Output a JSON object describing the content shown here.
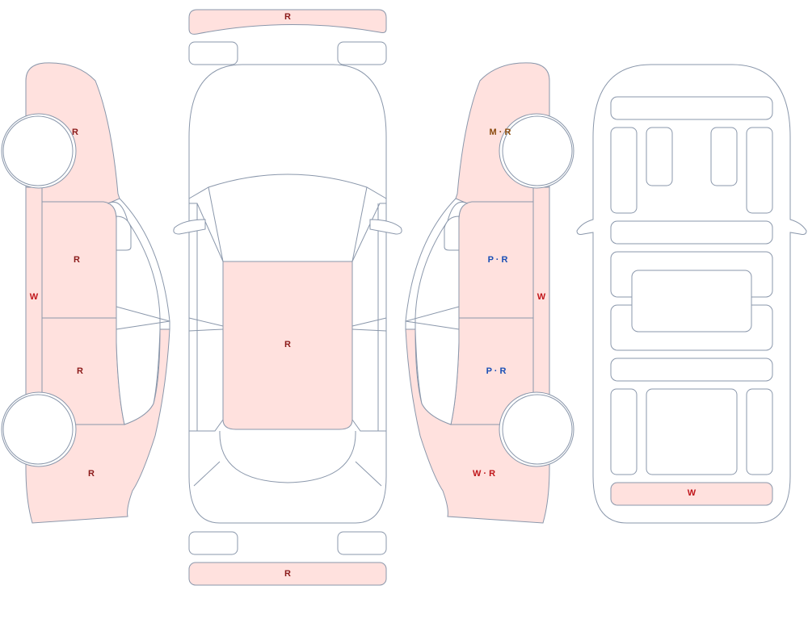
{
  "damage_marks": {
    "front_bumper": {
      "text": "R",
      "color": "#8b1a1a"
    },
    "rear_bumper": {
      "text": "R",
      "color": "#8b1a1a"
    },
    "roof": {
      "text": "R",
      "color": "#8b1a1a"
    },
    "left_front_fender": {
      "text": "R",
      "color": "#8b1a1a"
    },
    "left_front_door": {
      "text": "R",
      "color": "#8b1a1a"
    },
    "left_rear_door": {
      "text": "R",
      "color": "#8b1a1a"
    },
    "left_rear_quarter": {
      "text": "R",
      "color": "#8b1a1a"
    },
    "left_sill": {
      "text": "W",
      "color": "#c0161b"
    },
    "right_front_fender": {
      "text": "M · R",
      "color": "#8a4b0e"
    },
    "right_front_door": {
      "text": "P · R",
      "color": "#1a4fb5"
    },
    "right_rear_door": {
      "text": "P · R",
      "color": "#1a4fb5"
    },
    "right_rear_quarter": {
      "text": "W · R",
      "color": "#c0161b"
    },
    "right_sill": {
      "text": "W",
      "color": "#c0161b"
    },
    "underbody_rear_panel": {
      "text": "W",
      "color": "#c0161b"
    }
  },
  "colors": {
    "damaged_fill": "#ffe1de",
    "outline": "#8a97ab",
    "undamaged_fill": "#ffffff"
  }
}
